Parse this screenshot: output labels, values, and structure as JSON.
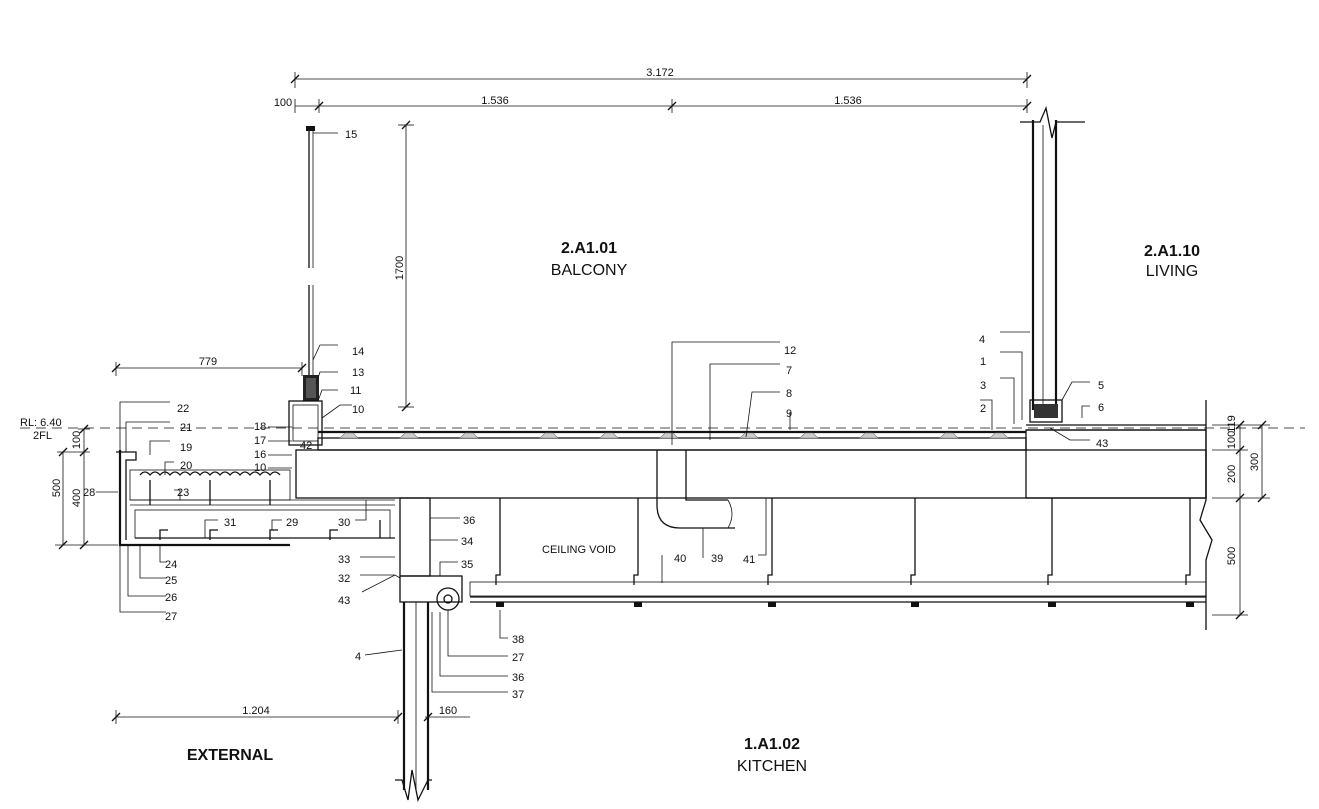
{
  "dimensions": {
    "overall": "3.172",
    "left_offset": "100",
    "span_left": "1.536",
    "span_right": "1.536",
    "balustrade_height": "1700",
    "parapet_width": "779",
    "external_offset": "1.204",
    "wall_width": "160",
    "parapet_total": "500",
    "parapet_lower": "400",
    "parapet_upper": "100",
    "right_total": "300",
    "right_lower": "200",
    "right_upper": "100",
    "right_upper2": "119",
    "ceiling_void": "500"
  },
  "level": {
    "rl": "RL: 6.40",
    "floor": "2FL"
  },
  "rooms": {
    "balcony": {
      "code": "2.A1.01",
      "name": "BALCONY"
    },
    "living": {
      "code": "2.A1.10",
      "name": "LIVING"
    },
    "kitchen": {
      "code": "1.A1.02",
      "name": "KITCHEN"
    },
    "external": {
      "name": "EXTERNAL"
    },
    "ceiling_void": {
      "name": "CEILING VOID"
    }
  },
  "callouts": {
    "c15": "15",
    "c14": "14",
    "c13": "13",
    "c11": "11",
    "c10a": "10",
    "c18": "18",
    "c17": "17",
    "c42": "42",
    "c16": "16",
    "c10b": "10",
    "c22": "22",
    "c21": "21",
    "c19": "19",
    "c20": "20",
    "c28": "28",
    "c23": "23",
    "c31": "31",
    "c29": "29",
    "c30": "30",
    "c24": "24",
    "c25": "25",
    "c26": "26",
    "c27a": "27",
    "c12": "12",
    "c7": "7",
    "c8": "8",
    "c9": "9",
    "c4a": "4",
    "c1": "1",
    "c3": "3",
    "c2": "2",
    "c5": "5",
    "c6": "6",
    "c43a": "43",
    "c36a": "36",
    "c34": "34",
    "c35": "35",
    "c33": "33",
    "c32": "32",
    "c43b": "43",
    "c39": "39",
    "c40": "40",
    "c41": "41",
    "c38": "38",
    "c27b": "27",
    "c36b": "36",
    "c37": "37",
    "c4b": "4"
  }
}
